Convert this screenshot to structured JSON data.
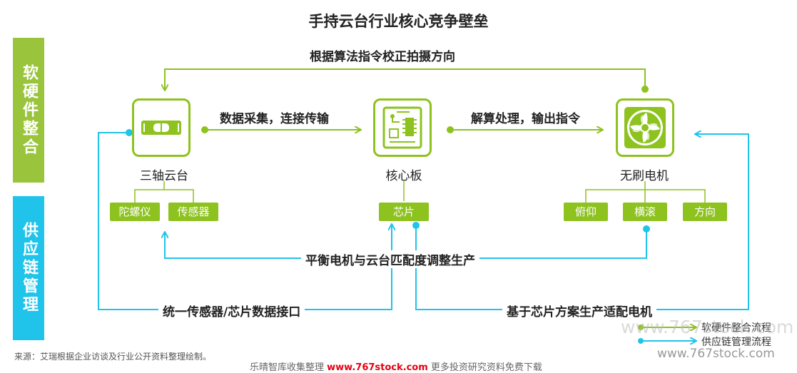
{
  "title": "手持云台行业核心竞争壁垒",
  "sidebar": {
    "software": "软硬件整合",
    "supply": "供应链管理"
  },
  "nodes": {
    "gimbal": "三轴云台",
    "board": "核心板",
    "motor": "无刷电机"
  },
  "tags": {
    "gimbal": [
      "陀螺仪",
      "传感器"
    ],
    "board": [
      "芯片"
    ],
    "motor": [
      "俯仰",
      "横滚",
      "方向"
    ]
  },
  "flows": {
    "top": "根据算法指令校正拍摄方向",
    "collect": "数据采集，连接传输",
    "decode": "解算处理，输出指令",
    "balance": "平衡电机与云台匹配度调整生产",
    "interface": "统一传感器/芯片数据接口",
    "adapt": "基于芯片方案生产适配电机"
  },
  "legend": {
    "green": "软硬件整合流程",
    "blue": "供应链管理流程"
  },
  "source": "来源：艾瑞根据企业访谈及行业公开资料整理绘制。",
  "footer": {
    "pre": "乐晴智库收集整理 ",
    "site": "www.767stock.com",
    "post": " 更多投资研究资料免费下载"
  },
  "watermark": {
    "a": "www.767stock.com",
    "b": "www.767stock.com"
  },
  "colors": {
    "green": "#8dc21f",
    "blue": "#20c3ea"
  },
  "icons": [
    "level-icon",
    "circuit-board-icon",
    "fan-icon"
  ]
}
